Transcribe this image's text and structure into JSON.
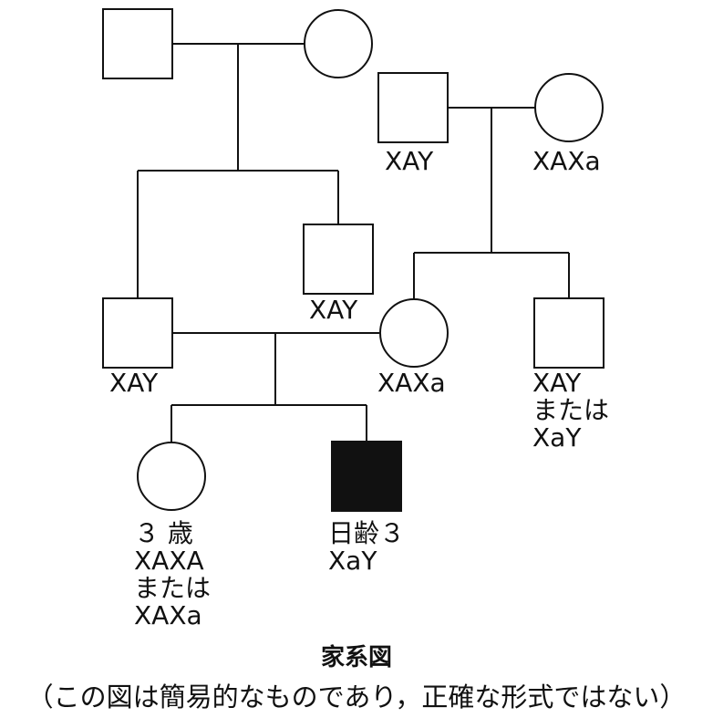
{
  "diagram": {
    "title": "家系図",
    "caption": "（この図は簡易的なものであり，正確な形式ではない）",
    "people": {
      "p1": {
        "sex": "male",
        "affected": false,
        "lines": []
      },
      "p2": {
        "sex": "female",
        "affected": false,
        "lines": []
      },
      "p3": {
        "sex": "male",
        "affected": false,
        "lines": [
          "XAY"
        ]
      },
      "p4": {
        "sex": "female",
        "affected": false,
        "lines": [
          "XAXa"
        ]
      },
      "p5": {
        "sex": "male",
        "affected": false,
        "lines": [
          "XAY"
        ]
      },
      "p6": {
        "sex": "male",
        "affected": false,
        "lines": [
          "XAY"
        ]
      },
      "p7": {
        "sex": "female",
        "affected": false,
        "lines": [
          "XAXa"
        ]
      },
      "p8": {
        "sex": "male",
        "affected": false,
        "lines": [
          "XAY",
          "または",
          "XaY"
        ]
      },
      "p9": {
        "sex": "female",
        "affected": false,
        "lines": [
          "３ 歳",
          "XAXA",
          "または",
          "XAXa"
        ]
      },
      "p10": {
        "sex": "male",
        "affected": true,
        "lines": [
          "日齢３",
          "XaY"
        ]
      }
    },
    "colors": {
      "line": "#111111",
      "affected_fill": "#111111",
      "unaffected_fill": "#ffffff"
    }
  }
}
